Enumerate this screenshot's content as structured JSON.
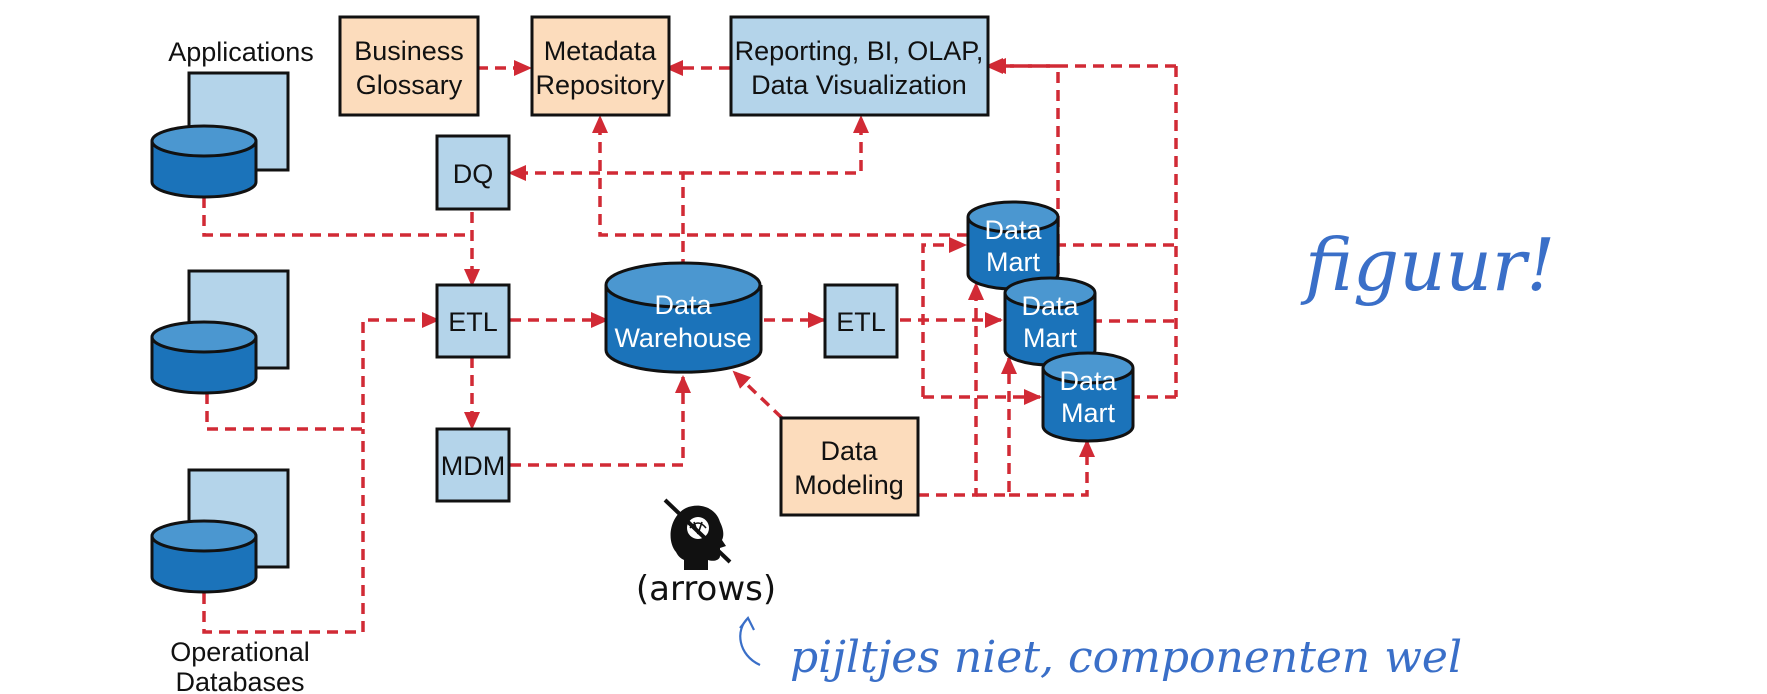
{
  "labels": {
    "applications": "Applications",
    "operational_databases_1": "Operational",
    "operational_databases_2": "Databases"
  },
  "boxes": {
    "business_glossary": [
      "Business",
      "Glossary"
    ],
    "metadata_repository": [
      "Metadata",
      "Repository"
    ],
    "reporting": [
      "Reporting, BI, OLAP,",
      "Data Visualization"
    ],
    "dq": "DQ",
    "etl_left": "ETL",
    "etl_right": "ETL",
    "mdm": "MDM",
    "data_modeling": [
      "Data",
      "Modeling"
    ]
  },
  "stores": {
    "data_warehouse": [
      "Data",
      "Warehouse"
    ],
    "data_mart": [
      "Data",
      "Mart"
    ]
  },
  "annotations": {
    "arrows": "(arrows)",
    "handwritten_right": "figuur!",
    "handwritten_bottom": "pijltjes niet, componenten wel"
  },
  "colors": {
    "light_blue": "#b4d4ea",
    "peach": "#fcdcbc",
    "disk_blue": "#1b73ba",
    "disk_top": "#4b97d0",
    "arrow_red": "#d12a35",
    "handwriting_blue": "#3a6fc8"
  }
}
